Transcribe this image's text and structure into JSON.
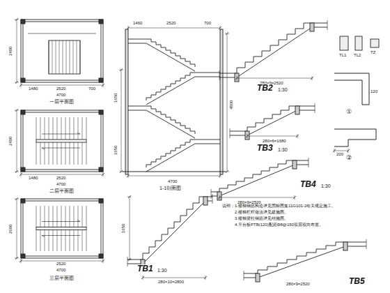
{
  "diagram": {
    "labels": [
      "2400",
      "1480",
      "2520",
      "700",
      "4700",
      "一层平面图",
      "2400",
      "1480",
      "2520",
      "4700",
      "二层平面图",
      "2600",
      "2520",
      "4700",
      "三层平面图",
      "1460",
      "2520",
      "700",
      "4800",
      "1650",
      "1650",
      "4700",
      "1-1剖面图",
      "280×9=2520",
      "TB2",
      "1:30",
      "280×6=1680",
      "TB3",
      "1:30",
      "280×9=2520",
      "TB4",
      "1:30",
      "1650",
      "TB1",
      "1:30",
      "280×10=2800",
      "TB5",
      "280×9=2520",
      "TL1",
      "TL2",
      "TZ",
      "①",
      "120",
      "②",
      "200",
      "说明：1.楼梯钢筋构造详见国标图集11G101-2有关规定施工。",
      "2.楼梯栏杆做法详见建施图。",
      "3.楼梯梁柱钢筋详见结施图。",
      "4.平台板PTB(120)配筋Φ8@150双层双向布置。"
    ]
  }
}
